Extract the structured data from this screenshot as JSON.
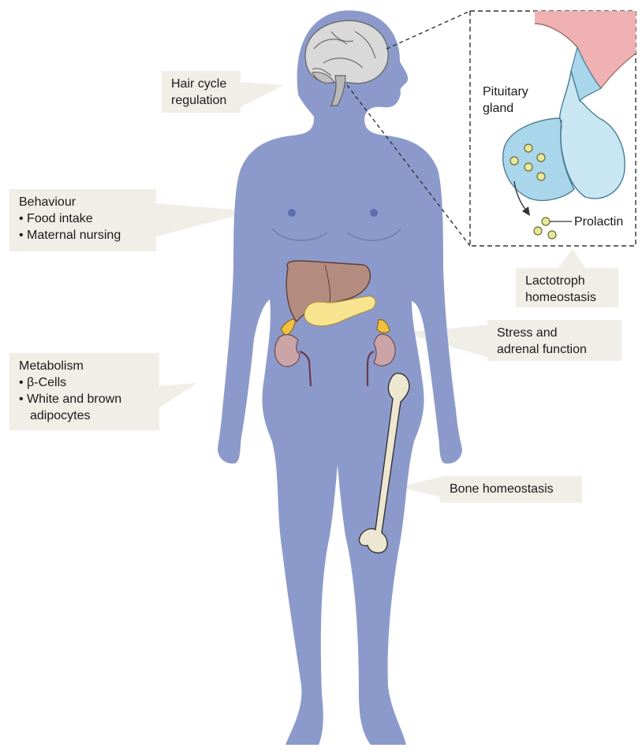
{
  "callouts": {
    "hair": {
      "lines": [
        "Hair cycle",
        "regulation"
      ]
    },
    "behaviour": {
      "title": "Behaviour",
      "items": [
        "Food intake",
        "Maternal nursing"
      ]
    },
    "metabolism": {
      "title": "Metabolism",
      "items": [
        "β-Cells",
        "White and brown"
      ],
      "continuation": "adipocytes"
    },
    "lactotroph": {
      "lines": [
        "Lactotroph",
        "homeostasis"
      ]
    },
    "stress": {
      "lines": [
        "Stress and",
        "adrenal function"
      ]
    },
    "bone": {
      "lines": [
        "Bone homeostasis"
      ]
    }
  },
  "inset": {
    "pituitary_label": [
      "Pituitary",
      "gland"
    ],
    "prolactin_label": "Prolactin"
  },
  "colors": {
    "body": "#8c9acb",
    "callout_bg": "#f1eee8",
    "liver": "#b38c7f",
    "pancreas": "#f8e38f",
    "kidney": "#cba4a8",
    "adrenal": "#f2c040",
    "bone": "#ede6d1",
    "gland": "#a9d6ea",
    "hypothalamus": "#efb1b1",
    "hormone_dot": "#e8e89a"
  }
}
